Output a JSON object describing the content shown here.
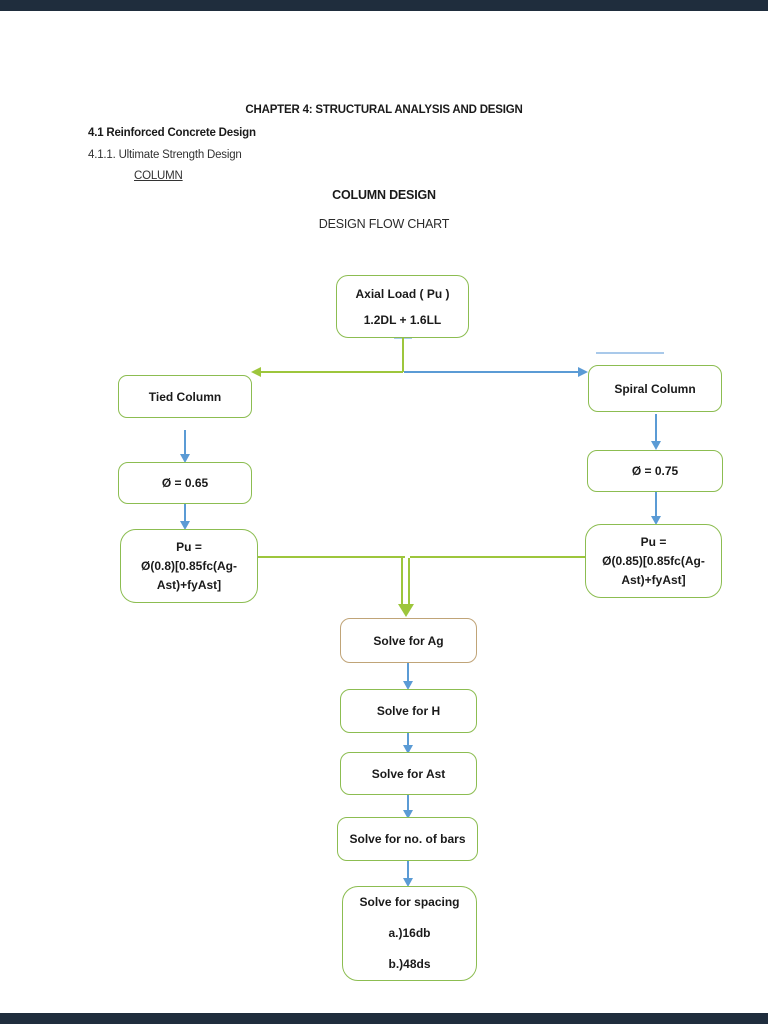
{
  "colors": {
    "viewer_bar": "#1f2d3d",
    "box_green": "#8cbd51",
    "box_tan": "#c0a478",
    "arrow_blue": "#5b9bd5",
    "line_green": "#9dc63c",
    "light_blue": "#a9c9ea",
    "text": "#1a1a1a"
  },
  "header": {
    "chapter_title": "CHAPTER 4: STRUCTURAL ANALYSIS AND DESIGN",
    "section": "4.1 Reinforced Concrete Design",
    "subsection": "4.1.1. Ultimate Strength Design",
    "topic": "COLUMN",
    "diagram_title": "COLUMN DESIGN",
    "diagram_subtitle": "DESIGN FLOW CHART"
  },
  "flowchart": {
    "axial_load": {
      "line1": "Axial Load ( Pu )",
      "line2": "1.2DL + 1.6LL"
    },
    "tied_column": "Tied Column",
    "spiral_column": "Spiral Column",
    "phi_tied": "Ø = 0.65",
    "phi_spiral": "Ø = 0.75",
    "pu_tied": {
      "line1": "Pu =",
      "line2": "Ø(0.8)[0.85fc(Ag-",
      "line3": "Ast)+fyAst]"
    },
    "pu_spiral": {
      "line1": "Pu =",
      "line2": "Ø(0.85)[0.85fc(Ag-",
      "line3": "Ast)+fyAst]"
    },
    "solve_ag": "Solve for Ag",
    "solve_h": "Solve for H",
    "solve_ast": "Solve for Ast",
    "solve_bars": "Solve for no. of bars",
    "solve_spacing": {
      "line1": "Solve for spacing",
      "line2": "a.)16db",
      "line3": "b.)48ds"
    }
  }
}
